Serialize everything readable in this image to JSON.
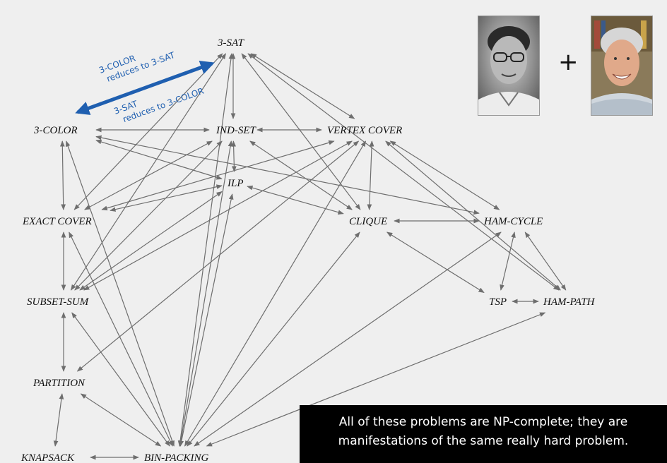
{
  "nodes": [
    {
      "id": "sat",
      "label": "3-SAT"
    },
    {
      "id": "color",
      "label": "3-COLOR"
    },
    {
      "id": "indset",
      "label": "IND-SET"
    },
    {
      "id": "vcover",
      "label": "VERTEX COVER"
    },
    {
      "id": "ilp",
      "label": "ILP"
    },
    {
      "id": "exact",
      "label": "EXACT COVER"
    },
    {
      "id": "clique",
      "label": "CLIQUE"
    },
    {
      "id": "hamcycle",
      "label": "HAM-CYCLE"
    },
    {
      "id": "subset",
      "label": "SUBSET-SUM"
    },
    {
      "id": "tsp",
      "label": "TSP"
    },
    {
      "id": "hampath",
      "label": "HAM-PATH"
    },
    {
      "id": "partition",
      "label": "PARTITION"
    },
    {
      "id": "knapsack",
      "label": "KNAPSACK"
    },
    {
      "id": "bin",
      "label": "BIN-PACKING"
    }
  ],
  "edges": [
    [
      "sat",
      "indset"
    ],
    [
      "sat",
      "exact"
    ],
    [
      "sat",
      "subset"
    ],
    [
      "sat",
      "bin"
    ],
    [
      "sat",
      "vcover"
    ],
    [
      "sat",
      "clique"
    ],
    [
      "sat",
      "hampath"
    ],
    [
      "color",
      "indset"
    ],
    [
      "color",
      "exact"
    ],
    [
      "color",
      "ilp"
    ],
    [
      "color",
      "hamcycle"
    ],
    [
      "color",
      "bin"
    ],
    [
      "indset",
      "vcover"
    ],
    [
      "indset",
      "ilp"
    ],
    [
      "indset",
      "exact"
    ],
    [
      "indset",
      "subset"
    ],
    [
      "indset",
      "bin"
    ],
    [
      "indset",
      "clique"
    ],
    [
      "vcover",
      "clique"
    ],
    [
      "vcover",
      "hamcycle"
    ],
    [
      "vcover",
      "hampath"
    ],
    [
      "vcover",
      "exact"
    ],
    [
      "vcover",
      "subset"
    ],
    [
      "vcover",
      "partition"
    ],
    [
      "vcover",
      "bin"
    ],
    [
      "ilp",
      "clique"
    ],
    [
      "ilp",
      "exact"
    ],
    [
      "ilp",
      "subset"
    ],
    [
      "ilp",
      "bin"
    ],
    [
      "exact",
      "subset"
    ],
    [
      "exact",
      "bin"
    ],
    [
      "subset",
      "partition"
    ],
    [
      "subset",
      "bin"
    ],
    [
      "partition",
      "knapsack"
    ],
    [
      "partition",
      "bin"
    ],
    [
      "knapsack",
      "bin"
    ],
    [
      "clique",
      "hamcycle"
    ],
    [
      "clique",
      "tsp"
    ],
    [
      "clique",
      "bin"
    ],
    [
      "hamcycle",
      "tsp"
    ],
    [
      "hamcycle",
      "hampath"
    ],
    [
      "hamcycle",
      "bin"
    ],
    [
      "tsp",
      "hampath"
    ],
    [
      "hampath",
      "bin"
    ]
  ],
  "annotation": {
    "top_line1": "3-COLOR",
    "top_line2": "reduces to 3-SAT",
    "bottom_line1": "3-SAT",
    "bottom_line2": "reduces to 3-COLOR",
    "color": "#1f5fb0"
  },
  "photos": {
    "plus": "+"
  },
  "callout": {
    "line1": "All of these problems are NP-complete; they are",
    "line2": "manifestations of the same really hard problem."
  }
}
